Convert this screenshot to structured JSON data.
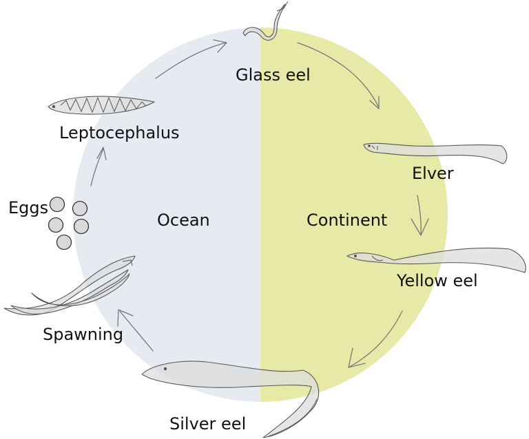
{
  "colors": {
    "ocean": "#e6eaf1",
    "continent": "#e6eaa6"
  },
  "regions": {
    "ocean": "Ocean",
    "continent": "Continent"
  },
  "stages": {
    "glass_eel": "Glass eel",
    "elver": "Elver",
    "yellow_eel": "Yellow eel",
    "silver_eel": "Silver eel",
    "spawning": "Spawning",
    "eggs": "Eggs",
    "leptocephalus": "Leptocephalus"
  }
}
